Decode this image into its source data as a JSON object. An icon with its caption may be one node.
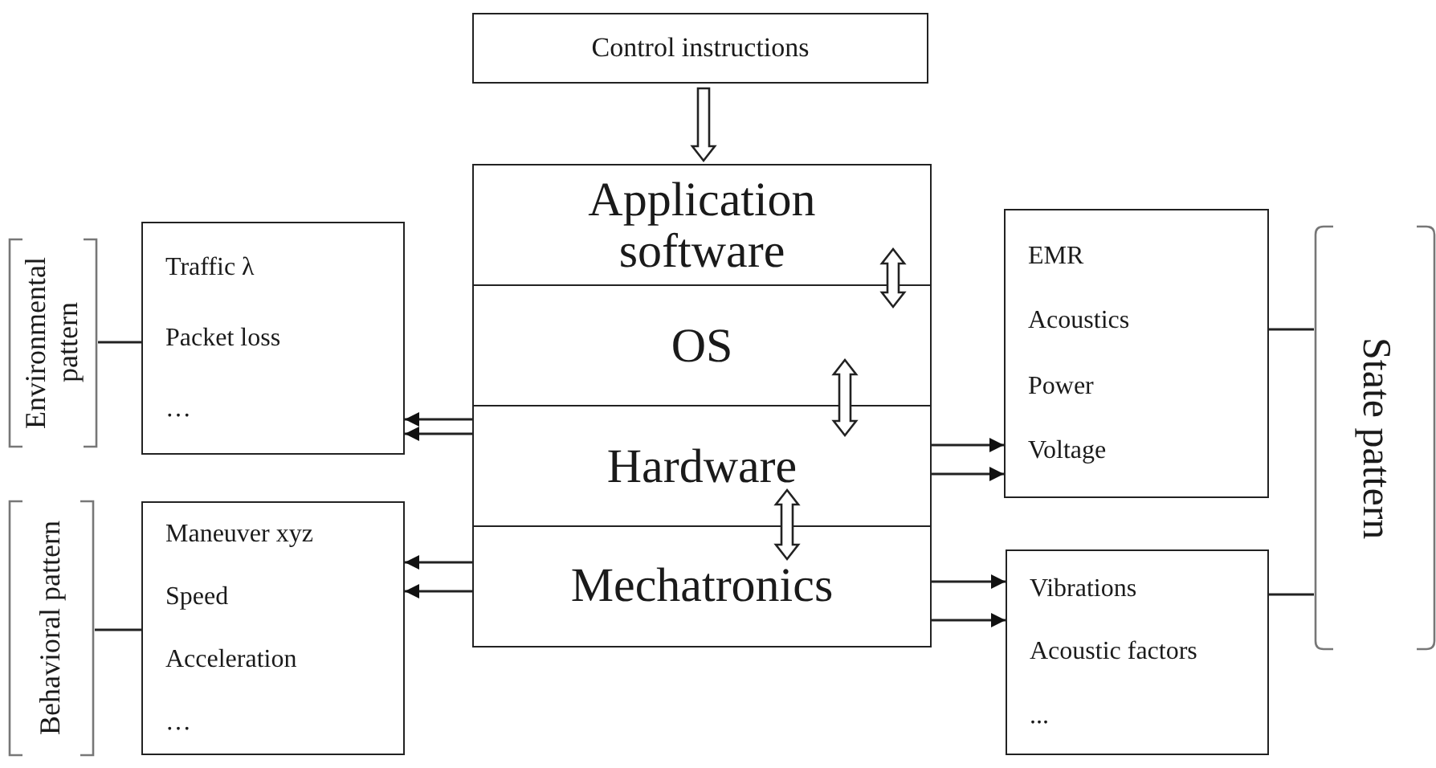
{
  "diagram": {
    "nodes": [
      {
        "text": [
          "Control instructions"
        ]
      },
      {
        "text": [
          "Environmental pattern"
        ]
      },
      {
        "text": [
          "Traffic λ",
          "Packet loss",
          "…"
        ]
      },
      {
        "text": [
          "Application software"
        ]
      },
      {
        "text": [
          "OS"
        ]
      },
      {
        "text": [
          "Hardware"
        ]
      },
      {
        "text": [
          "Mechatronics"
        ]
      },
      {
        "text": [
          "EMR",
          "Acoustics",
          "Power",
          "Voltage"
        ]
      },
      {
        "text": [
          "State pattern"
        ]
      },
      {
        "text": [
          "Behavioral pattern"
        ]
      },
      {
        "text": [
          "Maneuver xyz",
          "Speed",
          "Acceleration",
          "…"
        ]
      },
      {
        "text": [
          "Vibrations",
          "Acoustic factors",
          "..."
        ]
      }
    ],
    "edges": [
      {
        "from": 0,
        "to": 3,
        "arrow": "to",
        "style": "thick"
      },
      {
        "from": 3,
        "to": 4,
        "arrow": "both",
        "style": "thick"
      },
      {
        "from": 4,
        "to": 5,
        "arrow": "both",
        "style": "thick"
      },
      {
        "from": 5,
        "to": 6,
        "arrow": "both",
        "style": "thick"
      },
      {
        "from": 5,
        "to": 2,
        "arrow": "to"
      },
      {
        "from": 5,
        "to": 2,
        "arrow": "to"
      },
      {
        "from": 5,
        "to": 7,
        "arrow": "to"
      },
      {
        "from": 5,
        "to": 7,
        "arrow": "to"
      },
      {
        "from": 6,
        "to": 10,
        "arrow": "to"
      },
      {
        "from": 6,
        "to": 10,
        "arrow": "to"
      },
      {
        "from": 6,
        "to": 11,
        "arrow": "to"
      },
      {
        "from": 6,
        "to": 11,
        "arrow": "to"
      },
      {
        "from": 1,
        "to": 2,
        "arrow": "none"
      },
      {
        "from": 7,
        "to": 8,
        "arrow": "none"
      },
      {
        "from": 11,
        "to": 8,
        "arrow": "none"
      },
      {
        "from": 9,
        "to": 10,
        "arrow": "none"
      }
    ]
  }
}
